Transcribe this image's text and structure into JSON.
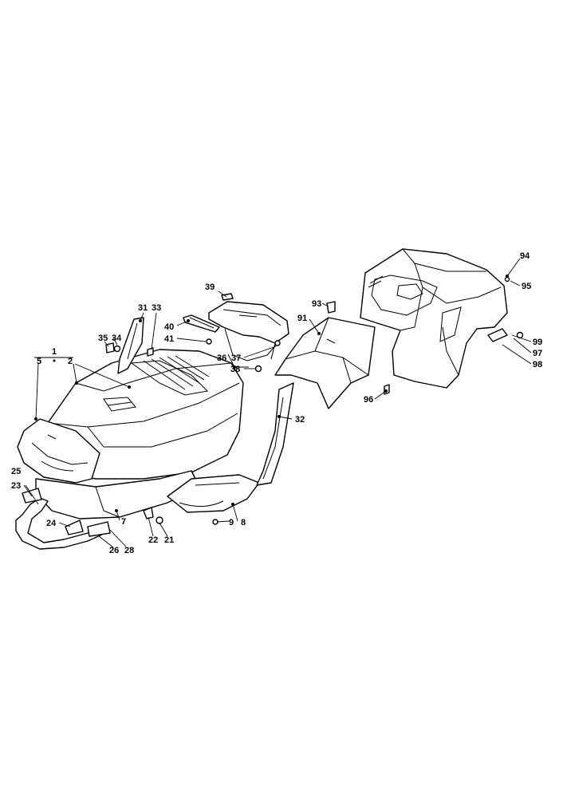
{
  "labels": {
    "p1": "1",
    "p2": "2",
    "p5": "5",
    "p7": "7",
    "p8": "8",
    "p9": "9",
    "p21": "21",
    "p22": "22",
    "p23": "23",
    "p24": "24",
    "p25": "25",
    "p26": "26",
    "p28": "28",
    "p31": "31",
    "p32": "32",
    "p33": "33",
    "p34": "34",
    "p35": "35",
    "p36": "36",
    "p37": "37",
    "p38": "38",
    "p39": "39",
    "p40": "40",
    "p41": "41",
    "p91": "91",
    "p93": "93",
    "p94": "94",
    "p95": "95",
    "p96": "96",
    "p97": "97",
    "p98": "98",
    "p99": "99"
  }
}
